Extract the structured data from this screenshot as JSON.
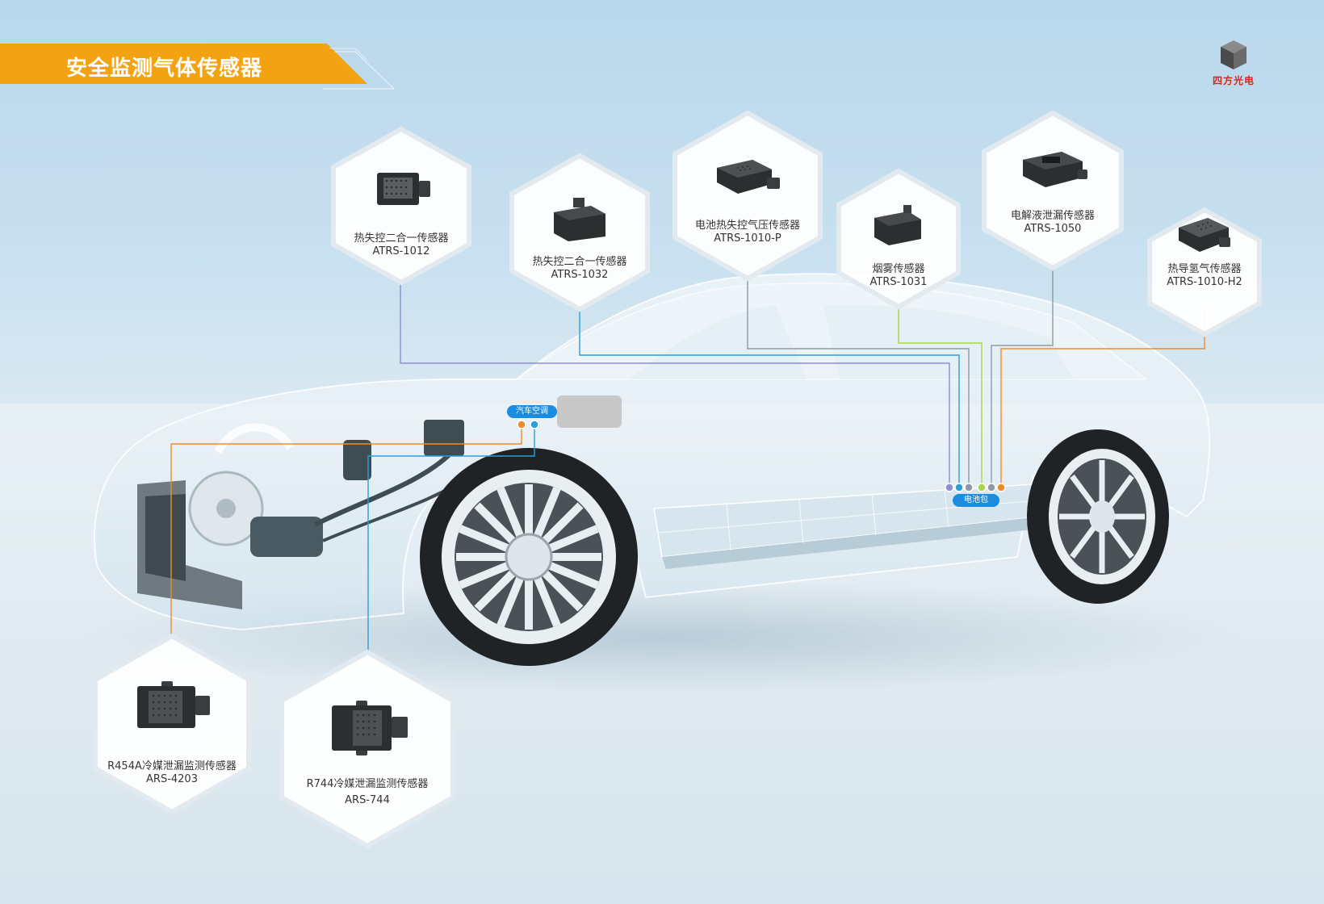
{
  "header": {
    "title": "安全监测气体传感器",
    "bar_color": "#f3a312"
  },
  "brand": {
    "name": "四方光电",
    "icon": "cube-logo-icon",
    "color": "#d9241b"
  },
  "tags": {
    "aircon": "汽车空调",
    "battery": "电池包"
  },
  "sensors": [
    {
      "id": "atrs-1012",
      "name": "热失控二合一传感器",
      "model": "ATRS-1012",
      "line_color": "#8c8ed6",
      "icon": "sensor-module-icon"
    },
    {
      "id": "atrs-1032",
      "name": "热失控二合一传感器",
      "model": "ATRS-1032",
      "line_color": "#2a9fd8",
      "icon": "sensor-module-icon"
    },
    {
      "id": "atrs-1010-p",
      "name": "电池热失控气压传感器",
      "model": "ATRS-1010-P",
      "line_color": "#8d9aa6",
      "icon": "sensor-module-icon"
    },
    {
      "id": "atrs-1031",
      "name": "烟雾传感器",
      "model": "ATRS-1031",
      "line_color": "#a7d64a",
      "icon": "sensor-module-icon"
    },
    {
      "id": "atrs-1050",
      "name": "电解液泄漏传感器",
      "model": "ATRS-1050",
      "line_color": "#8d9aa6",
      "icon": "sensor-module-icon"
    },
    {
      "id": "atrs-1010-h2",
      "name": "热导氢气传感器",
      "model": "ATRS-1010-H2",
      "line_color": "#f08b2c",
      "icon": "sensor-module-icon"
    },
    {
      "id": "ars-4203",
      "name": "R454A冷媒泄漏监测传感器",
      "model": "ARS-4203",
      "line_color": "#f08b2c",
      "icon": "sensor-module-icon"
    },
    {
      "id": "ars-744",
      "name": "R744冷媒泄漏监测传感器",
      "model": "ARS-744",
      "line_color": "#2a9fd8",
      "icon": "sensor-module-icon"
    }
  ]
}
